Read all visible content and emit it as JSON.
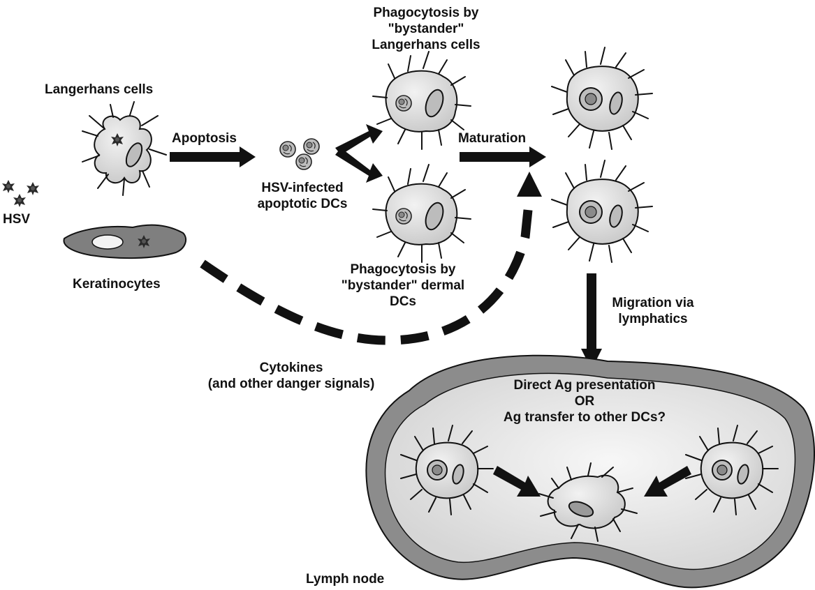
{
  "labels": {
    "langerhans_cells": "Langerhans cells",
    "hsv": "HSV",
    "keratinocytes": "Keratinocytes",
    "apoptosis": "Apoptosis",
    "infected_dcs": [
      "HSV-infected",
      "apoptotic DCs"
    ],
    "phago_langerhans": [
      "Phagocytosis by",
      "\"bystander\"",
      "Langerhans cells"
    ],
    "phago_dermal": [
      "Phagocytosis by",
      "\"bystander\" dermal",
      "DCs"
    ],
    "maturation": "Maturation",
    "migration": [
      "Migration via",
      "lymphatics"
    ],
    "cytokines": [
      "Cytokines",
      "(and other danger signals)"
    ],
    "presentation": [
      "Direct Ag presentation",
      "OR",
      "Ag transfer to other DCs?"
    ],
    "lymph_node": "Lymph node"
  },
  "colors": {
    "ink": "#111111",
    "cell_fill": "#e4e4e4",
    "keratinocyte_fill": "#7f7f7f",
    "node_rim": "#8c8c8c",
    "node_inner": "#e9e9e9"
  }
}
